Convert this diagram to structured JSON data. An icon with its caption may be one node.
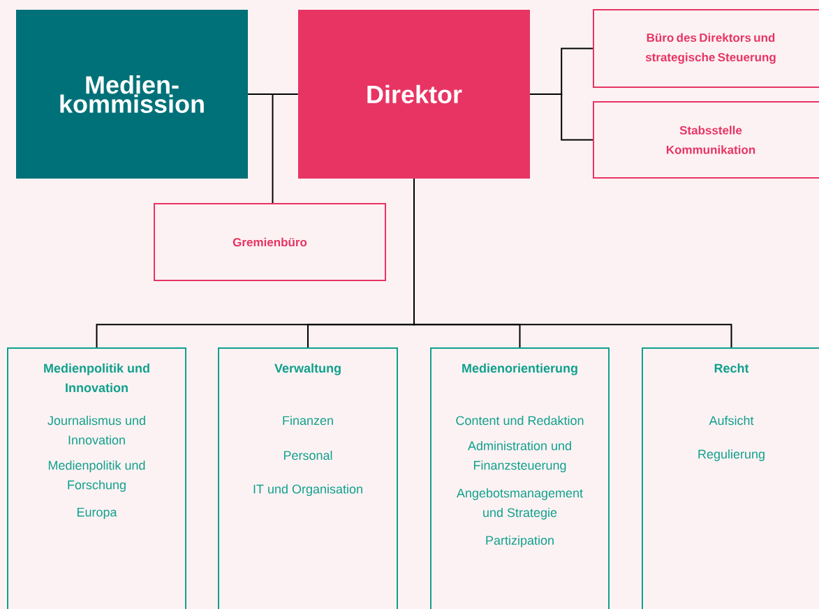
{
  "diagram": {
    "nodes": [
      {
        "text": [
          "Medien- kommission"
        ]
      },
      {
        "text": [
          "Direktor"
        ]
      },
      {
        "text": [
          "Büro des Direktors und strategische Steuerung"
        ]
      },
      {
        "text": [
          "Stabsstelle Kommunikation"
        ]
      },
      {
        "text": [
          "Gremienbüro"
        ]
      },
      {
        "text": [
          "Medienpolitik und Innovation",
          "Journalismus und Innovation",
          "Medienpolitik und Forschung",
          "Europa"
        ]
      },
      {
        "text": [
          "Verwaltung",
          "Finanzen",
          "Personal",
          "IT und Organisation"
        ]
      },
      {
        "text": [
          "Medienorientierung",
          "Content und Redaktion",
          "Administration und Finanzsteuerung",
          "Angebotsmanagement und Strategie",
          "Partizipation"
        ]
      },
      {
        "text": [
          "Recht",
          "Aufsicht",
          "Regulierung"
        ]
      }
    ],
    "edges": [
      {
        "from": 0,
        "to": 1,
        "arrow": "none"
      },
      {
        "from": 0,
        "to": 4,
        "arrow": "none"
      },
      {
        "from": 1,
        "to": 2,
        "arrow": "none"
      },
      {
        "from": 1,
        "to": 3,
        "arrow": "none"
      },
      {
        "from": 1,
        "to": 5,
        "arrow": "none"
      },
      {
        "from": 1,
        "to": 6,
        "arrow": "none"
      },
      {
        "from": 1,
        "to": 7,
        "arrow": "none"
      },
      {
        "from": 1,
        "to": 8,
        "arrow": "none"
      }
    ]
  }
}
